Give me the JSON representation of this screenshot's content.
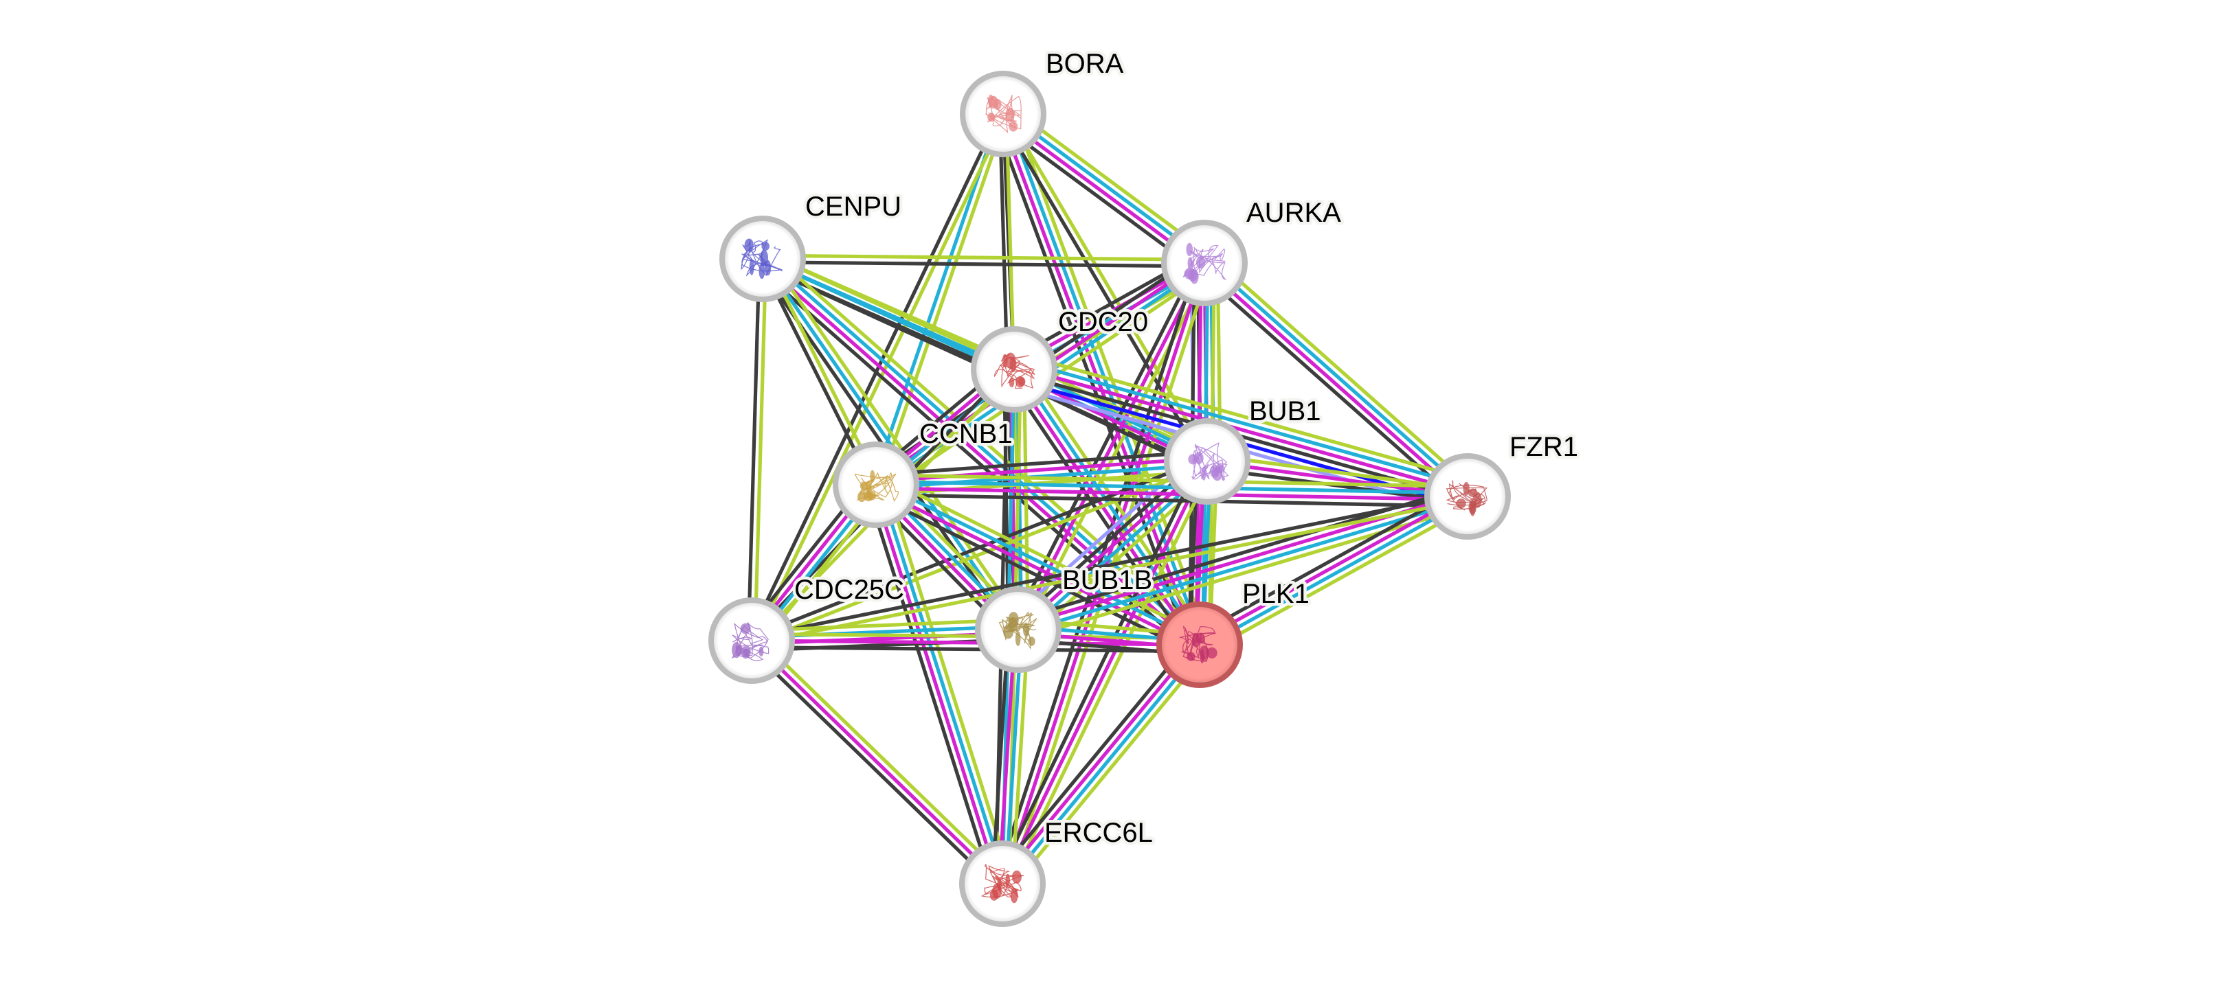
{
  "network": {
    "type": "protein-interaction-network",
    "query_protein": "PLK1",
    "evidence_colors": {
      "textmining": "#B3D334",
      "database": "#22B0D8",
      "experiments": "#D323D1",
      "coexpression": "#3D3D3D",
      "cooccurrence": "#1414FF",
      "homology": "#9B9BFF"
    },
    "node_style": {
      "ring_color": "#BBBBBB",
      "fill_color": "#FFFFFF",
      "query_ring_color": "#C0585A",
      "query_fill_color": "#FF9A96"
    },
    "nodes": [
      {
        "id": "BORA",
        "label": "BORA",
        "structure_color": "#E88A8A",
        "query": false
      },
      {
        "id": "CENPU",
        "label": "CENPU",
        "structure_color": "#5A5ACD",
        "query": false
      },
      {
        "id": "AURKA",
        "label": "AURKA",
        "structure_color": "#B07FD8",
        "query": false
      },
      {
        "id": "CDC20",
        "label": "CDC20",
        "structure_color": "#D05050",
        "query": false
      },
      {
        "id": "BUB1",
        "label": "BUB1",
        "structure_color": "#B07FD8",
        "query": false
      },
      {
        "id": "CCNB1",
        "label": "CCNB1",
        "structure_color": "#C9A040",
        "query": false
      },
      {
        "id": "FZR1",
        "label": "FZR1",
        "structure_color": "#C05050",
        "query": false
      },
      {
        "id": "CDC25C",
        "label": "CDC25C",
        "structure_color": "#A070C8",
        "query": false
      },
      {
        "id": "BUB1B",
        "label": "BUB1B",
        "structure_color": "#A8904A",
        "query": false
      },
      {
        "id": "PLK1",
        "label": "PLK1",
        "structure_color": "#C0306A",
        "query": true
      },
      {
        "id": "ERCC6L",
        "label": "ERCC6L",
        "structure_color": "#D04848",
        "query": false
      }
    ],
    "edges": [
      {
        "source": "BORA",
        "target": "AURKA",
        "evidence": [
          "textmining",
          "database",
          "experiments",
          "coexpression"
        ]
      },
      {
        "source": "BORA",
        "target": "PLK1",
        "evidence": [
          "textmining",
          "database",
          "experiments",
          "coexpression"
        ]
      },
      {
        "source": "BORA",
        "target": "BUB1",
        "evidence": [
          "textmining",
          "coexpression"
        ]
      },
      {
        "source": "BORA",
        "target": "CDC20",
        "evidence": [
          "coexpression"
        ]
      },
      {
        "source": "BORA",
        "target": "BUB1B",
        "evidence": [
          "textmining",
          "coexpression"
        ]
      },
      {
        "source": "BORA",
        "target": "CCNB1",
        "evidence": [
          "textmining",
          "database"
        ]
      },
      {
        "source": "BORA",
        "target": "CDC25C",
        "evidence": [
          "textmining",
          "coexpression"
        ]
      },
      {
        "source": "CENPU",
        "target": "AURKA",
        "evidence": [
          "textmining",
          "coexpression"
        ]
      },
      {
        "source": "CENPU",
        "target": "CDC20",
        "evidence": [
          "textmining",
          "database",
          "coexpression"
        ]
      },
      {
        "source": "CENPU",
        "target": "BUB1",
        "evidence": [
          "textmining",
          "database",
          "coexpression"
        ]
      },
      {
        "source": "CENPU",
        "target": "PLK1",
        "evidence": [
          "textmining",
          "database",
          "experiments",
          "coexpression"
        ]
      },
      {
        "source": "CENPU",
        "target": "BUB1B",
        "evidence": [
          "textmining",
          "database",
          "coexpression"
        ]
      },
      {
        "source": "CENPU",
        "target": "CCNB1",
        "evidence": [
          "textmining",
          "coexpression"
        ]
      },
      {
        "source": "CENPU",
        "target": "CDC25C",
        "evidence": [
          "textmining",
          "coexpression"
        ]
      },
      {
        "source": "AURKA",
        "target": "CDC20",
        "evidence": [
          "textmining",
          "database",
          "experiments",
          "coexpression"
        ]
      },
      {
        "source": "AURKA",
        "target": "BUB1",
        "evidence": [
          "textmining",
          "database",
          "experiments",
          "coexpression",
          "homology"
        ]
      },
      {
        "source": "AURKA",
        "target": "PLK1",
        "evidence": [
          "textmining",
          "database",
          "experiments",
          "coexpression"
        ]
      },
      {
        "source": "AURKA",
        "target": "FZR1",
        "evidence": [
          "textmining",
          "database",
          "experiments",
          "coexpression"
        ]
      },
      {
        "source": "AURKA",
        "target": "CCNB1",
        "evidence": [
          "textmining",
          "database",
          "experiments",
          "coexpression"
        ]
      },
      {
        "source": "AURKA",
        "target": "BUB1B",
        "evidence": [
          "textmining",
          "experiments",
          "coexpression"
        ]
      },
      {
        "source": "AURKA",
        "target": "ERCC6L",
        "evidence": [
          "textmining",
          "experiments",
          "coexpression"
        ]
      },
      {
        "source": "CDC20",
        "target": "BUB1",
        "evidence": [
          "textmining",
          "database",
          "experiments",
          "coexpression"
        ]
      },
      {
        "source": "CDC20",
        "target": "FZR1",
        "evidence": [
          "textmining",
          "database",
          "experiments",
          "coexpression",
          "cooccurrence",
          "homology"
        ]
      },
      {
        "source": "CDC20",
        "target": "CCNB1",
        "evidence": [
          "textmining",
          "database",
          "experiments",
          "coexpression"
        ]
      },
      {
        "source": "CDC20",
        "target": "BUB1B",
        "evidence": [
          "textmining",
          "database",
          "experiments",
          "coexpression"
        ]
      },
      {
        "source": "CDC20",
        "target": "PLK1",
        "evidence": [
          "textmining",
          "database",
          "experiments",
          "coexpression"
        ]
      },
      {
        "source": "CDC20",
        "target": "ERCC6L",
        "evidence": [
          "textmining",
          "database",
          "coexpression"
        ]
      },
      {
        "source": "CDC20",
        "target": "CDC25C",
        "evidence": [
          "textmining",
          "coexpression"
        ]
      },
      {
        "source": "BUB1",
        "target": "FZR1",
        "evidence": [
          "textmining",
          "experiments",
          "coexpression"
        ]
      },
      {
        "source": "BUB1",
        "target": "CCNB1",
        "evidence": [
          "textmining",
          "database",
          "experiments",
          "coexpression"
        ]
      },
      {
        "source": "BUB1",
        "target": "BUB1B",
        "evidence": [
          "textmining",
          "database",
          "experiments",
          "coexpression",
          "homology"
        ]
      },
      {
        "source": "BUB1",
        "target": "PLK1",
        "evidence": [
          "textmining",
          "database",
          "experiments",
          "coexpression"
        ]
      },
      {
        "source": "BUB1",
        "target": "ERCC6L",
        "evidence": [
          "textmining",
          "experiments",
          "coexpression"
        ]
      },
      {
        "source": "BUB1",
        "target": "CDC25C",
        "evidence": [
          "textmining",
          "coexpression"
        ]
      },
      {
        "source": "CCNB1",
        "target": "FZR1",
        "evidence": [
          "textmining",
          "database",
          "experiments",
          "coexpression"
        ]
      },
      {
        "source": "CCNB1",
        "target": "BUB1B",
        "evidence": [
          "textmining",
          "database",
          "experiments",
          "coexpression"
        ]
      },
      {
        "source": "CCNB1",
        "target": "PLK1",
        "evidence": [
          "textmining",
          "database",
          "experiments",
          "coexpression"
        ]
      },
      {
        "source": "CCNB1",
        "target": "CDC25C",
        "evidence": [
          "textmining",
          "database",
          "experiments",
          "coexpression"
        ]
      },
      {
        "source": "CCNB1",
        "target": "ERCC6L",
        "evidence": [
          "textmining",
          "database",
          "experiments",
          "coexpression"
        ]
      },
      {
        "source": "FZR1",
        "target": "BUB1B",
        "evidence": [
          "textmining",
          "database",
          "experiments",
          "coexpression"
        ]
      },
      {
        "source": "FZR1",
        "target": "PLK1",
        "evidence": [
          "textmining",
          "database",
          "experiments",
          "coexpression"
        ]
      },
      {
        "source": "FZR1",
        "target": "CDC25C",
        "evidence": [
          "textmining",
          "coexpression"
        ]
      },
      {
        "source": "CDC25C",
        "target": "BUB1B",
        "evidence": [
          "textmining",
          "database",
          "experiments",
          "coexpression"
        ]
      },
      {
        "source": "CDC25C",
        "target": "PLK1",
        "evidence": [
          "textmining",
          "experiments",
          "coexpression"
        ]
      },
      {
        "source": "CDC25C",
        "target": "ERCC6L",
        "evidence": [
          "textmining",
          "experiments",
          "coexpression"
        ]
      },
      {
        "source": "BUB1B",
        "target": "PLK1",
        "evidence": [
          "textmining",
          "database",
          "experiments",
          "coexpression"
        ]
      },
      {
        "source": "BUB1B",
        "target": "ERCC6L",
        "evidence": [
          "textmining",
          "database",
          "experiments",
          "coexpression"
        ]
      },
      {
        "source": "PLK1",
        "target": "ERCC6L",
        "evidence": [
          "textmining",
          "database",
          "experiments",
          "coexpression"
        ]
      }
    ]
  }
}
